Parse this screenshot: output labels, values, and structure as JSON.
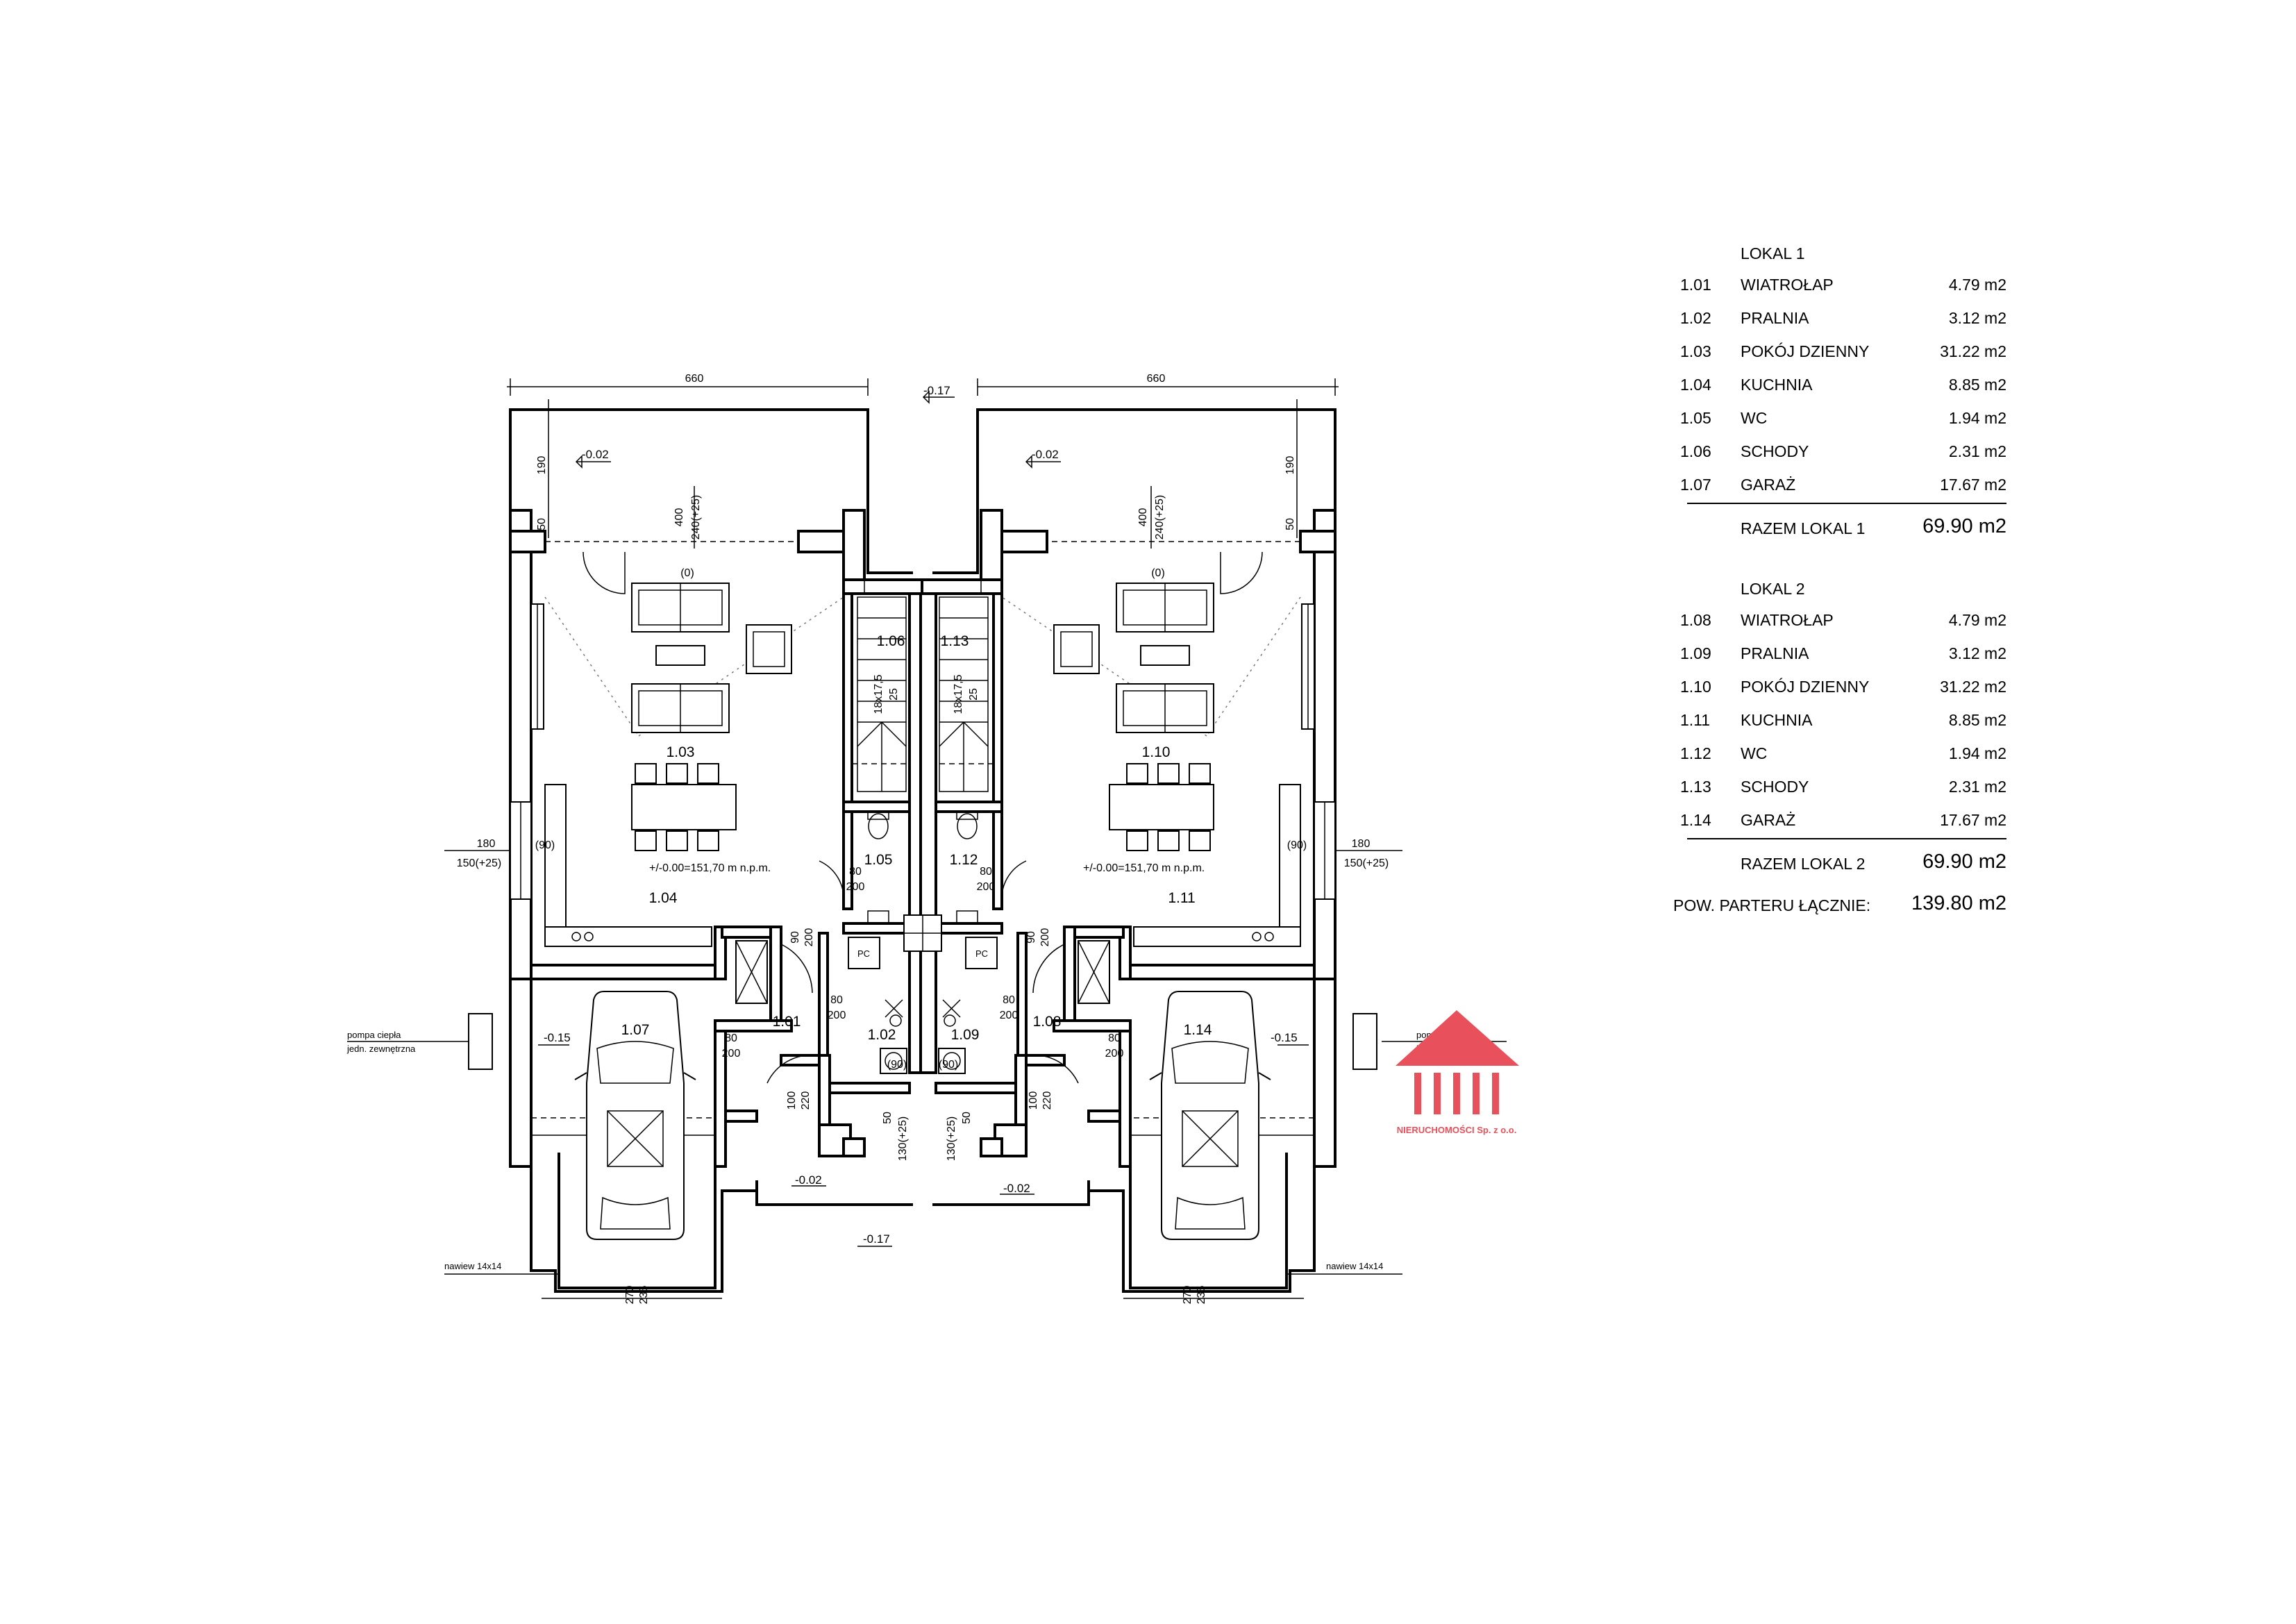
{
  "areas": {
    "lokal1": {
      "title": "LOKAL 1",
      "rooms": [
        {
          "num": "1.01",
          "name": "WIATROŁAP",
          "area": "4.79 m2"
        },
        {
          "num": "1.02",
          "name": "PRALNIA",
          "area": "3.12 m2"
        },
        {
          "num": "1.03",
          "name": "POKÓJ DZIENNY",
          "area": "31.22 m2"
        },
        {
          "num": "1.04",
          "name": "KUCHNIA",
          "area": "8.85 m2"
        },
        {
          "num": "1.05",
          "name": "WC",
          "area": "1.94 m2"
        },
        {
          "num": "1.06",
          "name": "SCHODY",
          "area": "2.31 m2"
        },
        {
          "num": "1.07",
          "name": "GARAŻ",
          "area": "17.67 m2"
        }
      ],
      "sum_label": "RAZEM LOKAL 1",
      "sum_value": "69.90 m2"
    },
    "lokal2": {
      "title": "LOKAL 2",
      "rooms": [
        {
          "num": "1.08",
          "name": "WIATROŁAP",
          "area": "4.79 m2"
        },
        {
          "num": "1.09",
          "name": "PRALNIA",
          "area": "3.12 m2"
        },
        {
          "num": "1.10",
          "name": "POKÓJ DZIENNY",
          "area": "31.22 m2"
        },
        {
          "num": "1.11",
          "name": "KUCHNIA",
          "area": "8.85 m2"
        },
        {
          "num": "1.12",
          "name": "WC",
          "area": "1.94 m2"
        },
        {
          "num": "1.13",
          "name": "SCHODY",
          "area": "2.31 m2"
        },
        {
          "num": "1.14",
          "name": "GARAŻ",
          "area": "17.67 m2"
        }
      ],
      "sum_label": "RAZEM LOKAL 2",
      "sum_value": "69.90 m2"
    },
    "total_label": "POW. PARTERU ŁĄCZNIE:",
    "total_value": "139.80 m2"
  },
  "plan": {
    "room_labels": {
      "r101": "1.01",
      "r102": "1.02",
      "r103": "1.03",
      "r104": "1.04",
      "r105": "1.05",
      "r106": "1.06",
      "r107": "1.07",
      "r108": "1.08",
      "r109": "1.09",
      "r110": "1.10",
      "r111": "1.11",
      "r112": "1.12",
      "r113": "1.13",
      "r114": "1.14"
    },
    "levels": {
      "terrace": "-0.02",
      "top_center": "-0.17",
      "bottom_center": "-0.17",
      "garage": "-0.15",
      "entry": "-0.02",
      "floor": "+/-0.00=151,70 m n.p.m.",
      "threshold": "(0)"
    },
    "dims": {
      "width_top": "660",
      "terrace_depth": "190",
      "wall": "50",
      "opening_400": "400",
      "opening_240": "240(+25)",
      "window_180": "180",
      "window_150": "150(+25)",
      "window_90": "(90)",
      "door_80": "80",
      "door_200": "200",
      "door_90": "90",
      "door_100": "100",
      "door_220": "220",
      "win_50": "50",
      "win_130": "130(+25)",
      "gate_270": "270",
      "gate_235": "235",
      "stairs_1": "18x17,5",
      "stairs_2": "25"
    },
    "labels": {
      "heat_pump_1": "pompa ciepła",
      "heat_pump_2": "jedn. zewnętrzna",
      "skylight": "nawiew 14x14",
      "pc": "PC"
    }
  },
  "logo": {
    "text": "NIERUCHOMOŚCI Sp. z o.o.",
    "color": "#e8505b"
  }
}
